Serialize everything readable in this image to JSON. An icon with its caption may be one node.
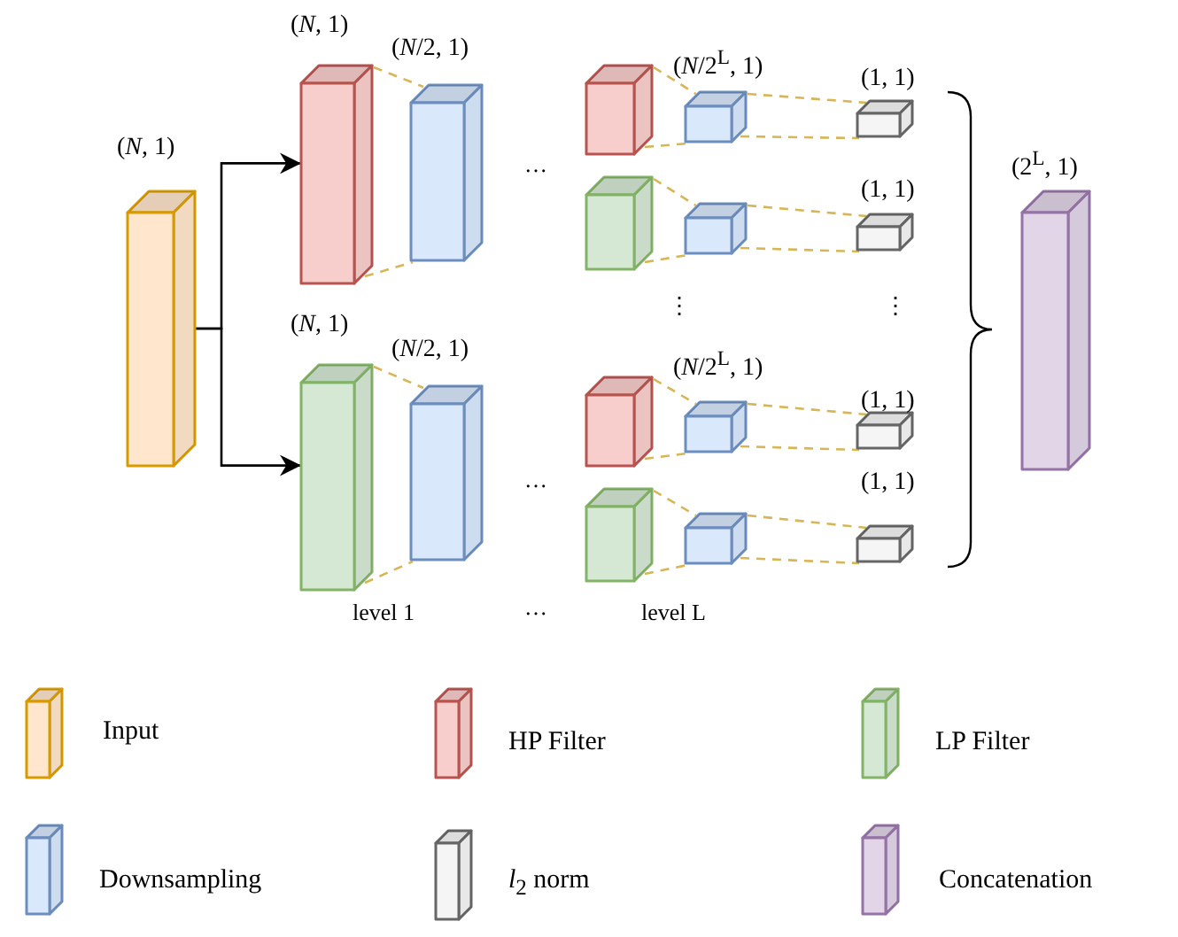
{
  "diagram": {
    "nodes": [
      {
        "text": [],
        "shape": "box",
        "beside": [
          "(*N*, 1)"
        ]
      },
      {
        "text": [],
        "shape": "box",
        "beside": [
          "(*N*, 1)"
        ]
      },
      {
        "text": [],
        "shape": "box",
        "beside": [
          "(*N*/2, 1)"
        ]
      },
      {
        "text": [],
        "shape": "box",
        "beside": [
          "(*N*, 1)"
        ]
      },
      {
        "text": [],
        "shape": "box",
        "beside": [
          "(*N*/2, 1)"
        ]
      },
      {
        "text": [],
        "shape": "box",
        "beside": [
          "(*N*/2$^{L}$, 1)"
        ]
      },
      {
        "text": [],
        "shape": "box"
      },
      {
        "text": [],
        "shape": "box",
        "beside": [
          "(1, 1)"
        ]
      },
      {
        "text": [],
        "shape": "box"
      },
      {
        "text": [],
        "shape": "box"
      },
      {
        "text": [],
        "shape": "box",
        "beside": [
          "(1, 1)"
        ]
      },
      {
        "text": [],
        "shape": "box",
        "beside": [
          "(*N*/2$^{L}$, 1)"
        ]
      },
      {
        "text": [],
        "shape": "box"
      },
      {
        "text": [],
        "shape": "box",
        "beside": [
          "(1, 1)"
        ]
      },
      {
        "text": [],
        "shape": "box"
      },
      {
        "text": [],
        "shape": "box"
      },
      {
        "text": [],
        "shape": "box",
        "beside": [
          "(1, 1)"
        ]
      },
      {
        "text": [],
        "shape": "box",
        "beside": [
          "(2$^{L}$, 1)"
        ]
      }
    ],
    "edges": [
      {
        "from": 0,
        "to": 1,
        "arrow": "to",
        "color": "#000000"
      },
      {
        "from": 0,
        "to": 3,
        "arrow": "to",
        "color": "#000000"
      },
      {
        "from": 1,
        "to": 2,
        "arrow": "none",
        "style": "dashed",
        "color": "#d6b656"
      },
      {
        "from": 1,
        "to": 2,
        "arrow": "none",
        "style": "dashed",
        "color": "#d6b656"
      },
      {
        "from": 3,
        "to": 4,
        "arrow": "none",
        "style": "dashed",
        "color": "#d6b656"
      },
      {
        "from": 3,
        "to": 4,
        "arrow": "none",
        "style": "dashed",
        "color": "#d6b656"
      },
      {
        "from": 5,
        "to": 6,
        "arrow": "none",
        "style": "dashed",
        "color": "#d6b656"
      },
      {
        "from": 5,
        "to": 6,
        "arrow": "none",
        "style": "dashed",
        "color": "#d6b656"
      },
      {
        "from": 6,
        "to": 7,
        "arrow": "none",
        "style": "dashed",
        "color": "#d6b656"
      },
      {
        "from": 6,
        "to": 7,
        "arrow": "none",
        "style": "dashed",
        "color": "#d6b656"
      },
      {
        "from": 8,
        "to": 9,
        "arrow": "none",
        "style": "dashed",
        "color": "#d6b656"
      },
      {
        "from": 8,
        "to": 9,
        "arrow": "none",
        "style": "dashed",
        "color": "#d6b656"
      },
      {
        "from": 9,
        "to": 10,
        "arrow": "none",
        "style": "dashed",
        "color": "#d6b656"
      },
      {
        "from": 9,
        "to": 10,
        "arrow": "none",
        "style": "dashed",
        "color": "#d6b656"
      },
      {
        "from": 11,
        "to": 12,
        "arrow": "none",
        "style": "dashed",
        "color": "#d6b656"
      },
      {
        "from": 11,
        "to": 12,
        "arrow": "none",
        "style": "dashed",
        "color": "#d6b656"
      },
      {
        "from": 12,
        "to": 13,
        "arrow": "none",
        "style": "dashed",
        "color": "#d6b656"
      },
      {
        "from": 12,
        "to": 13,
        "arrow": "none",
        "style": "dashed",
        "color": "#d6b656"
      },
      {
        "from": 14,
        "to": 15,
        "arrow": "none",
        "style": "dashed",
        "color": "#d6b656"
      },
      {
        "from": 14,
        "to": 15,
        "arrow": "none",
        "style": "dashed",
        "color": "#d6b656"
      },
      {
        "from": 15,
        "to": 16,
        "arrow": "none",
        "style": "dashed",
        "color": "#d6b656"
      },
      {
        "from": 15,
        "to": 16,
        "arrow": "none",
        "style": "dashed",
        "color": "#d6b656"
      }
    ],
    "labels": [
      "…",
      "⋮",
      "⋮",
      "…",
      "level 1",
      "…",
      "level L"
    ],
    "legend": [
      {
        "text": "Input",
        "color": "#ffe6cc"
      },
      {
        "text": "HP Filter",
        "color": "#f8cecc"
      },
      {
        "text": "LP Filter",
        "color": "#d5e8d4"
      },
      {
        "text": "Downsampling",
        "color": "#dae8fc"
      },
      {
        "text": "*l*$_{2}$ norm",
        "color": "#f5f5f5"
      },
      {
        "text": "Concatenation",
        "color": "#e1d5e7"
      }
    ]
  }
}
